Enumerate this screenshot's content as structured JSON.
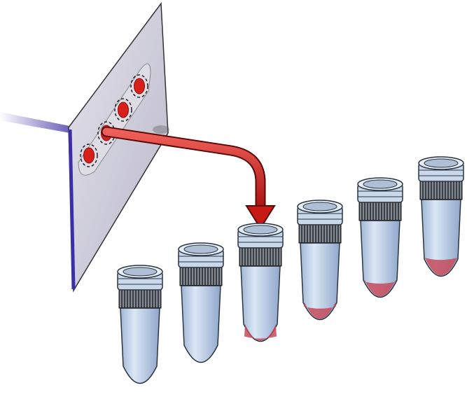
{
  "colors": {
    "plate": "#c9c7d6",
    "plate_edge": "#3a2fa8",
    "sample_red": "#d8201a",
    "tube_blue": "#b8cde6",
    "tube_liquid": "#c44a5a",
    "cap_dark": "#3a3f45"
  },
  "plate": {
    "spots": 4,
    "sampled_spot": 2
  },
  "tubes": [
    {
      "contents": "empty",
      "fill_level": 0
    },
    {
      "contents": "empty",
      "fill_level": 0
    },
    {
      "contents": "sample",
      "fill_level": 0.12
    },
    {
      "contents": "sample",
      "fill_level": 0.18
    },
    {
      "contents": "sample",
      "fill_level": 0.2
    },
    {
      "contents": "sample",
      "fill_level": 0.22
    }
  ],
  "arrow": {
    "from": "plate-spot-2",
    "to": "tube-3"
  }
}
